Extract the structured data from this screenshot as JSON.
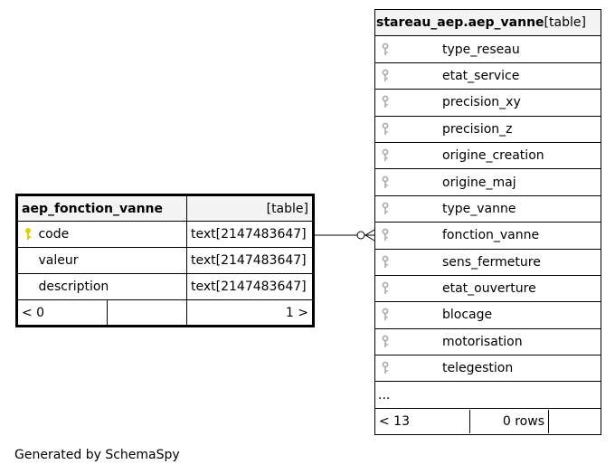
{
  "left_table": {
    "name": "aep_fonction_vanne",
    "type_label": "[table]",
    "columns": [
      {
        "name": "code",
        "type": "text[2147483647]",
        "key": "primary"
      },
      {
        "name": "valeur",
        "type": "text[2147483647]",
        "key": "none"
      },
      {
        "name": "description",
        "type": "text[2147483647]",
        "key": "none"
      }
    ],
    "footer_left": "< 0",
    "footer_mid": "",
    "footer_right": "1 >"
  },
  "right_table": {
    "name": "stareau_aep.aep_vanne",
    "type_label": "[table]",
    "columns": [
      {
        "name": "type_reseau",
        "key": "foreign"
      },
      {
        "name": "etat_service",
        "key": "foreign"
      },
      {
        "name": "precision_xy",
        "key": "foreign"
      },
      {
        "name": "precision_z",
        "key": "foreign"
      },
      {
        "name": "origine_creation",
        "key": "foreign"
      },
      {
        "name": "origine_maj",
        "key": "foreign"
      },
      {
        "name": "type_vanne",
        "key": "foreign"
      },
      {
        "name": "fonction_vanne",
        "key": "foreign"
      },
      {
        "name": "sens_fermeture",
        "key": "foreign"
      },
      {
        "name": "etat_ouverture",
        "key": "foreign"
      },
      {
        "name": "blocage",
        "key": "foreign"
      },
      {
        "name": "motorisation",
        "key": "foreign"
      },
      {
        "name": "telegestion",
        "key": "foreign"
      }
    ],
    "more": "...",
    "footer_left": "< 13",
    "footer_mid": "0 rows",
    "footer_right": ""
  },
  "footer_text": "Generated by SchemaSpy",
  "colors": {
    "primary_key": "#e0d000",
    "foreign_key": "#a9a9a9",
    "header_bg": "#f4f4f4"
  }
}
